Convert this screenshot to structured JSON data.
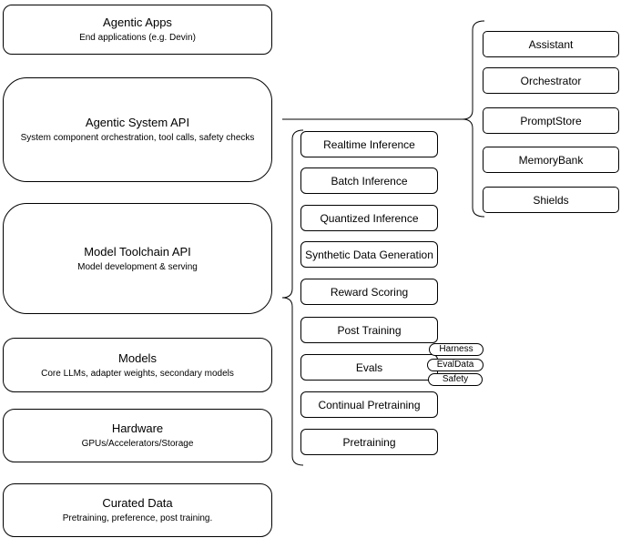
{
  "diagram": {
    "colors": {
      "line": "#000000",
      "box_border": "#000000",
      "box_fill": "#ffffff",
      "text": "#000000",
      "background": "#ffffff"
    },
    "left_column": [
      {
        "title": "Agentic Apps",
        "subtitle": "End applications (e.g. Devin)"
      },
      {
        "title": "Agentic System API",
        "subtitle": "System component orchestration, tool calls, safety checks"
      },
      {
        "title": "Model Toolchain API",
        "subtitle": "Model development & serving"
      },
      {
        "title": "Models",
        "subtitle": "Core LLMs, adapter weights, secondary models"
      },
      {
        "title": "Hardware",
        "subtitle": "GPUs/Accelerators/Storage"
      },
      {
        "title": "Curated Data",
        "subtitle": "Pretraining, preference, post training."
      }
    ],
    "toolchain_services": [
      "Realtime Inference",
      "Batch Inference",
      "Quantized Inference",
      "Synthetic Data Generation",
      "Reward Scoring",
      "Post Training",
      "Evals",
      "Continual Pretraining",
      "Pretraining"
    ],
    "evals_pills": [
      "Harness",
      "EvalData",
      "Safety"
    ],
    "system_components": [
      "Assistant",
      "Orchestrator",
      "PromptStore",
      "MemoryBank",
      "Shields"
    ]
  }
}
